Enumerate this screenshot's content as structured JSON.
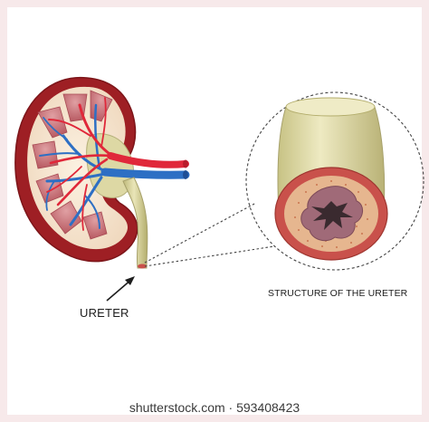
{
  "labels": {
    "ureter": "URETER",
    "structure": "STRUCTURE OF THE URETER"
  },
  "watermark": "shutterstock.com · 593408423",
  "colors": {
    "background_border": "#f7e9ea",
    "kidney_capsule": "#9e1f24",
    "kidney_cortex": "#f6e6cf",
    "pyramid": "#c86e76",
    "artery": "#e0283a",
    "vein": "#2d6fc4",
    "ureter_tube": "#d8d39a",
    "ureter_wall": "#c9514b",
    "lumen": "#3a2a2f"
  }
}
